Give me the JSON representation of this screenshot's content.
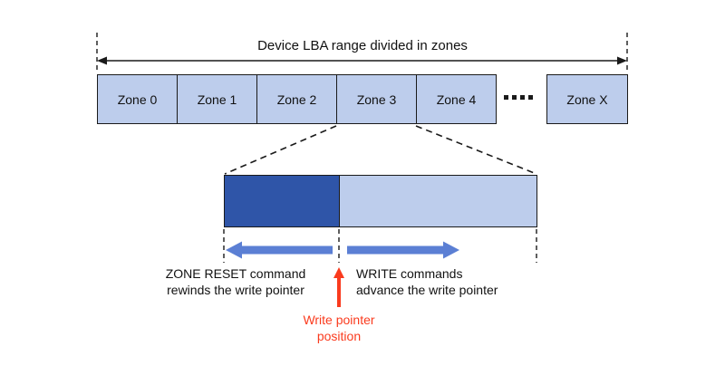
{
  "title": "Device LBA range divided in zones",
  "zones": {
    "items": [
      "Zone 0",
      "Zone 1",
      "Zone 2",
      "Zone 3",
      "Zone 4",
      "Zone X"
    ],
    "ellipsis_icon": "four-square-dots"
  },
  "expanded_zone": {
    "source_zone": "Zone 3",
    "written_region": "written (dark blue)",
    "unwritten_region": "unwritten (light blue)"
  },
  "annotations": {
    "reset_line1": "ZONE RESET command",
    "reset_line2": "rewinds the write pointer",
    "write_line1": "WRITE commands",
    "write_line2": "advance the write pointer",
    "pointer_line1": "Write pointer",
    "pointer_line2": "position"
  },
  "colors": {
    "zone_fill": "#bdcdec",
    "written_fill": "#2f55a8",
    "arrow_blue": "#5b7fd4",
    "pointer_red": "#fa3b1e",
    "line_color": "#1a1a1a"
  }
}
